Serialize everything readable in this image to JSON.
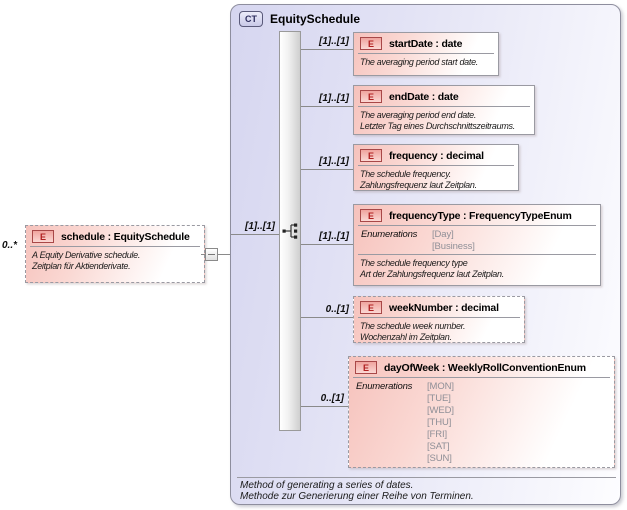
{
  "root_element": {
    "cardinality": "0..*",
    "badge": "E",
    "label": "schedule : EquitySchedule",
    "annotation": [
      "A Equity Derivative schedule.",
      "Zeitplan für Aktienderivate."
    ]
  },
  "complex_type": {
    "badge": "CT",
    "title": "EquitySchedule",
    "compositor_cardinality": "[1]..[1]",
    "footer": [
      "Method of generating a series of dates.",
      "Methode zur Generierung einer Reihe von Terminen."
    ],
    "elements": [
      {
        "badge": "E",
        "label": "startDate : date",
        "cardinality": "[1]..[1]",
        "annotation": [
          "The averaging period start date."
        ]
      },
      {
        "badge": "E",
        "label": "endDate : date",
        "cardinality": "[1]..[1]",
        "annotation": [
          "The averaging period end date.",
          "Letzter Tag eines Durchschnittszeitraums."
        ]
      },
      {
        "badge": "E",
        "label": "frequency : decimal",
        "cardinality": "[1]..[1]",
        "annotation": [
          "The schedule frequency.",
          "Zahlungsfrequenz laut Zeitplan."
        ]
      },
      {
        "badge": "E",
        "label": "frequencyType : FrequencyTypeEnum",
        "cardinality": "[1]..[1]",
        "enumerations_label": "Enumerations",
        "enumerations": [
          "[Day]",
          "[Business]"
        ],
        "annotation": [
          "The schedule frequency type",
          "Art der Zahlungsfrequenz laut Zeitplan."
        ]
      },
      {
        "badge": "E",
        "label": "weekNumber : decimal",
        "cardinality": "0..[1]",
        "annotation": [
          "The schedule week number.",
          "Wochenzahl im Zeitplan."
        ]
      },
      {
        "badge": "E",
        "label": "dayOfWeek : WeeklyRollConventionEnum",
        "cardinality": "0..[1]",
        "enumerations_label": "Enumerations",
        "enumerations": [
          "[MON]",
          "[TUE]",
          "[WED]",
          "[THU]",
          "[FRI]",
          "[SAT]",
          "[SUN]"
        ]
      }
    ]
  },
  "colors": {
    "complex_type_fill": "#d6d6f0",
    "element_fill": "#f6c2bc",
    "badge_red": "#b02020",
    "enum_text": "#8f8f97",
    "border_gray": "#9a9aa2"
  }
}
